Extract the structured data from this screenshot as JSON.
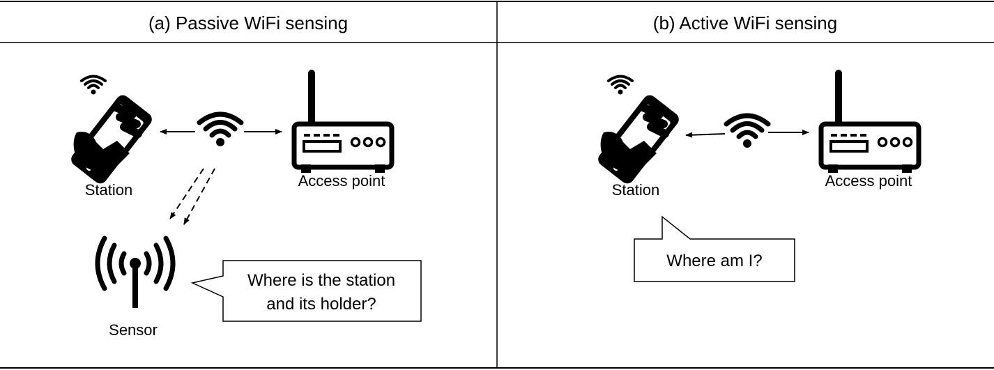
{
  "panels": {
    "passive": {
      "title": "(a) Passive WiFi sensing",
      "station_label": "Station",
      "ap_label": "Access point",
      "sensor_label": "Sensor",
      "bubble_line1": "Where is the station",
      "bubble_line2": "and its holder?"
    },
    "active": {
      "title": "(b) Active WiFi sensing",
      "station_label": "Station",
      "ap_label": "Access point",
      "bubble_line1": "Where am I?"
    }
  },
  "icons": [
    "phone-in-hand-icon",
    "wifi-icon",
    "router-icon",
    "antenna-icon",
    "speech-bubble-icon"
  ],
  "colors": {
    "ink": "#000000",
    "background": "#ffffff"
  }
}
